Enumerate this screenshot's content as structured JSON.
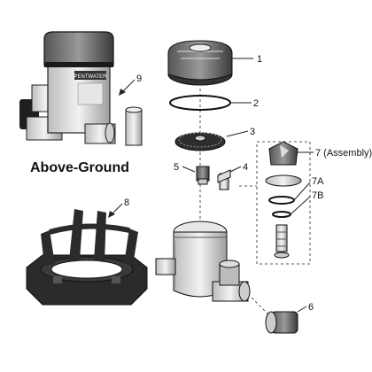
{
  "caption": "Above-Ground",
  "brand_text": "PENTWATER",
  "callouts": {
    "c1": "1",
    "c2": "2",
    "c3": "3",
    "c4": "4",
    "c5": "5",
    "c6": "6",
    "c7": "7 (Assembly)",
    "c7a": "7A",
    "c7b": "7B",
    "c8": "8",
    "c9": "9"
  },
  "colors": {
    "line": "#222222",
    "part_light": "#d9d9d9",
    "part_mid": "#9a9a9a",
    "part_dark": "#2a2a2a",
    "white": "#ffffff"
  }
}
